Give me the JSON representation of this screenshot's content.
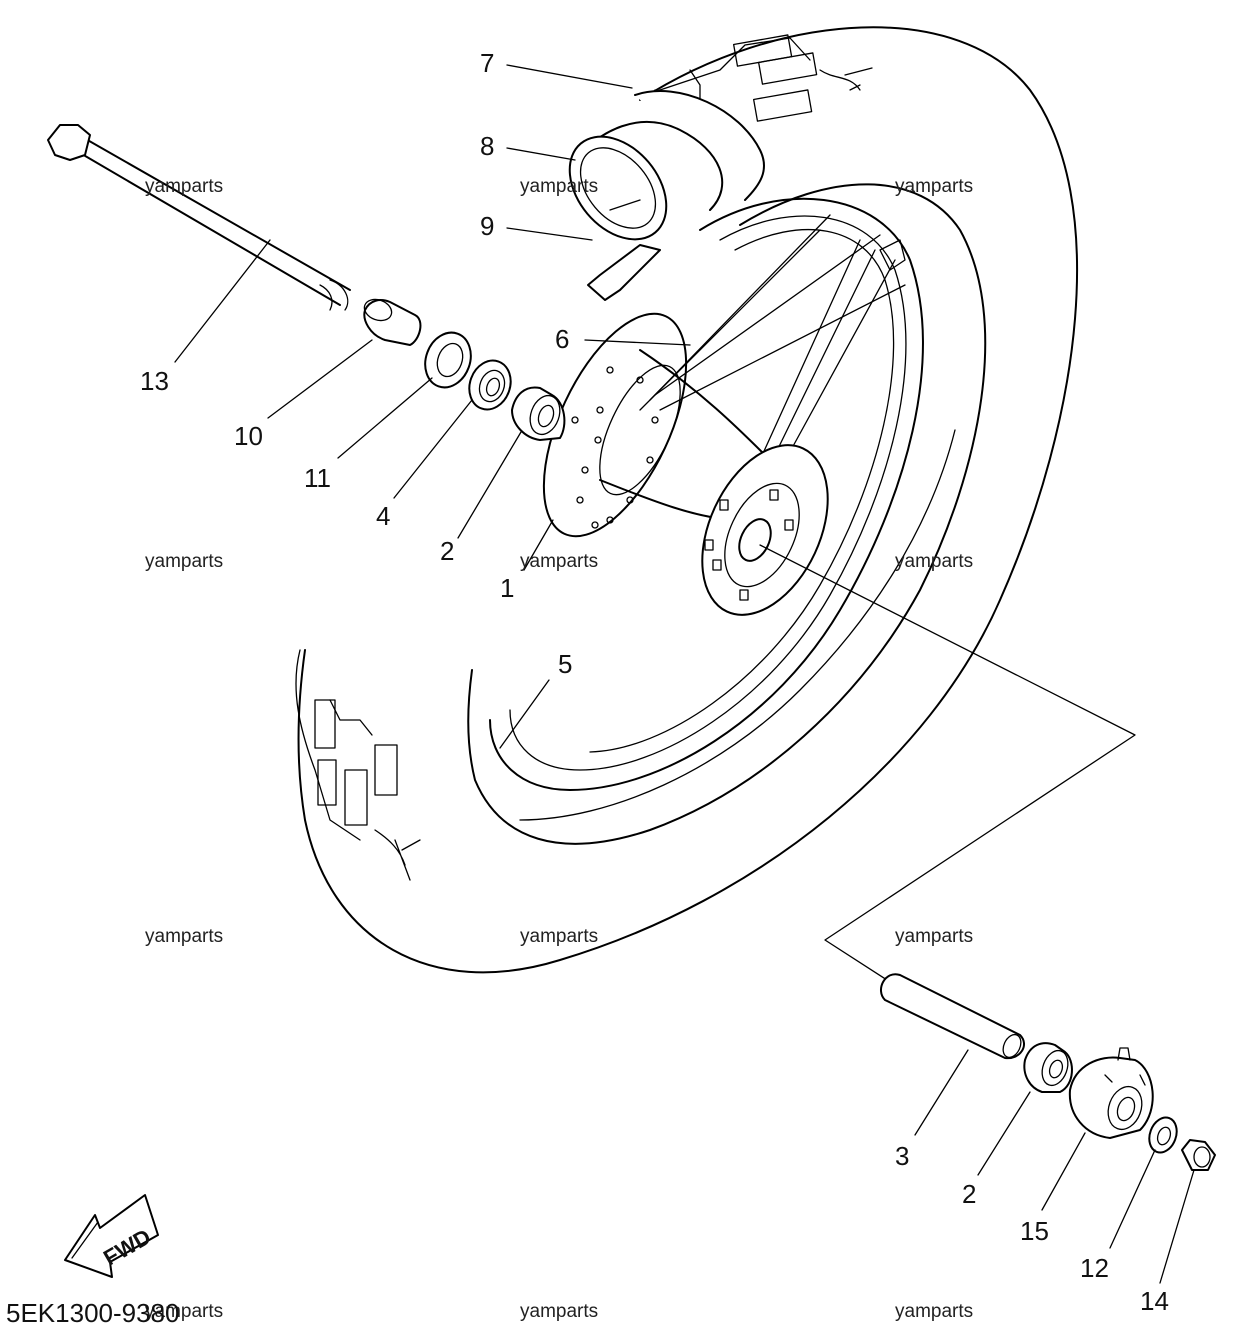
{
  "diagram": {
    "code": "5EK1300-9380",
    "fwd_label": "FWD",
    "watermark": "yamparts",
    "callouts": [
      "1",
      "2",
      "3",
      "4",
      "5",
      "6",
      "7",
      "8",
      "9",
      "10",
      "11",
      "12",
      "13",
      "14",
      "15"
    ]
  },
  "parts": [
    {
      "ref": "1",
      "label": "1"
    },
    {
      "ref": "2",
      "label": "2"
    },
    {
      "ref": "3",
      "label": "3"
    },
    {
      "ref": "4",
      "label": "4"
    },
    {
      "ref": "5",
      "label": "5"
    },
    {
      "ref": "6",
      "label": "6"
    },
    {
      "ref": "7",
      "label": "7"
    },
    {
      "ref": "8",
      "label": "8"
    },
    {
      "ref": "9",
      "label": "9"
    },
    {
      "ref": "10",
      "label": "10"
    },
    {
      "ref": "11",
      "label": "11"
    },
    {
      "ref": "12",
      "label": "12"
    },
    {
      "ref": "13",
      "label": "13"
    },
    {
      "ref": "14",
      "label": "14"
    },
    {
      "ref": "15",
      "label": "15"
    }
  ]
}
